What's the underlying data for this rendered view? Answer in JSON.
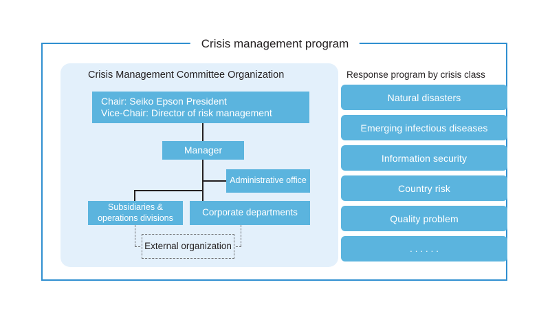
{
  "figure": {
    "title": "Crisis management program"
  },
  "org_panel": {
    "title": "Crisis Management Committee Organization",
    "nodes": {
      "chair_line1": "Chair: Seiko Epson President",
      "chair_line2": "Vice-Chair: Director of risk management",
      "manager": "Manager",
      "administrative_office": "Administrative office",
      "subsidiaries": "Subsidiaries & operations divisions",
      "corporate_departments": "Corporate departments",
      "external_organization": "External organization"
    }
  },
  "response_panel": {
    "title": "Response program by crisis class",
    "items": [
      {
        "label": "Natural disasters"
      },
      {
        "label": "Emerging infectious diseases"
      },
      {
        "label": "Information security"
      },
      {
        "label": "Country risk"
      },
      {
        "label": "Quality problem"
      },
      {
        "label": "......"
      }
    ]
  },
  "colors": {
    "frame_border": "#2f8fd0",
    "panel_background": "#e3f0fb",
    "node_fill": "#5bb4de",
    "node_text": "#ffffff",
    "connector": "#231f20",
    "dashed_connector": "#6d6e71",
    "body_text": "#231f20"
  }
}
